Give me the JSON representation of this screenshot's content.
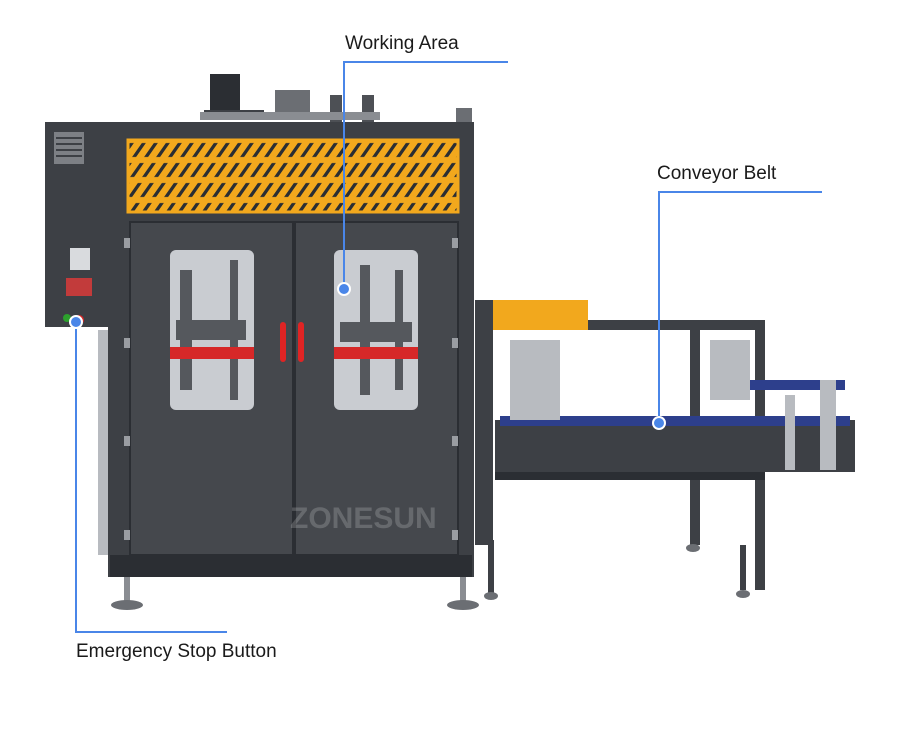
{
  "callouts": {
    "working_area": "Working Area",
    "conveyor_belt": "Conveyor Belt",
    "emergency_stop": "Emergency Stop Button"
  },
  "watermark": "ZONESUN",
  "colors": {
    "frame": "#3d4045",
    "frame_dark": "#2b2e33",
    "panel_orange": "#f2a81d",
    "guard_red": "#d62828",
    "handle_red": "#e02424",
    "callout_blue": "#4a86e8",
    "belt_blue": "#2d3f8c",
    "window_bg": "#c9ccd1"
  }
}
